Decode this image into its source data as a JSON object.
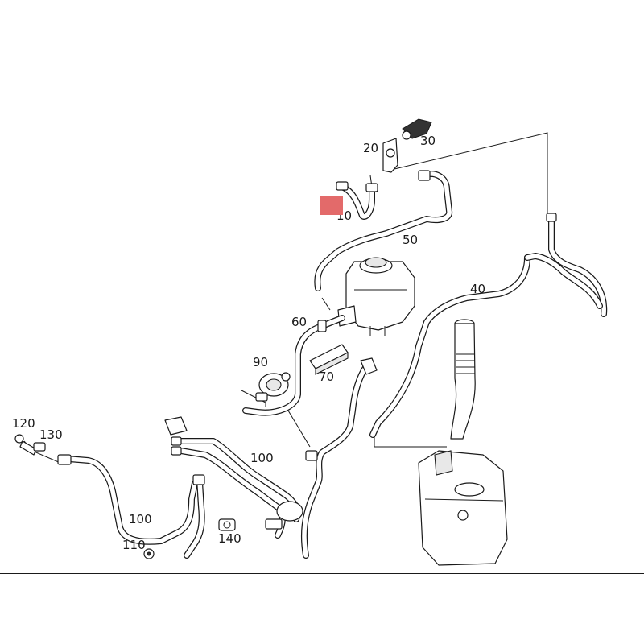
{
  "diagram": {
    "callouts": [
      "10",
      "20",
      "30",
      "40",
      "50",
      "60",
      "70",
      "90",
      "100",
      "100",
      "110",
      "120",
      "130",
      "140"
    ]
  },
  "colors": {
    "line": "#1a1a1a",
    "highlight_marker": "#e36a6a",
    "background": "#ffffff"
  }
}
